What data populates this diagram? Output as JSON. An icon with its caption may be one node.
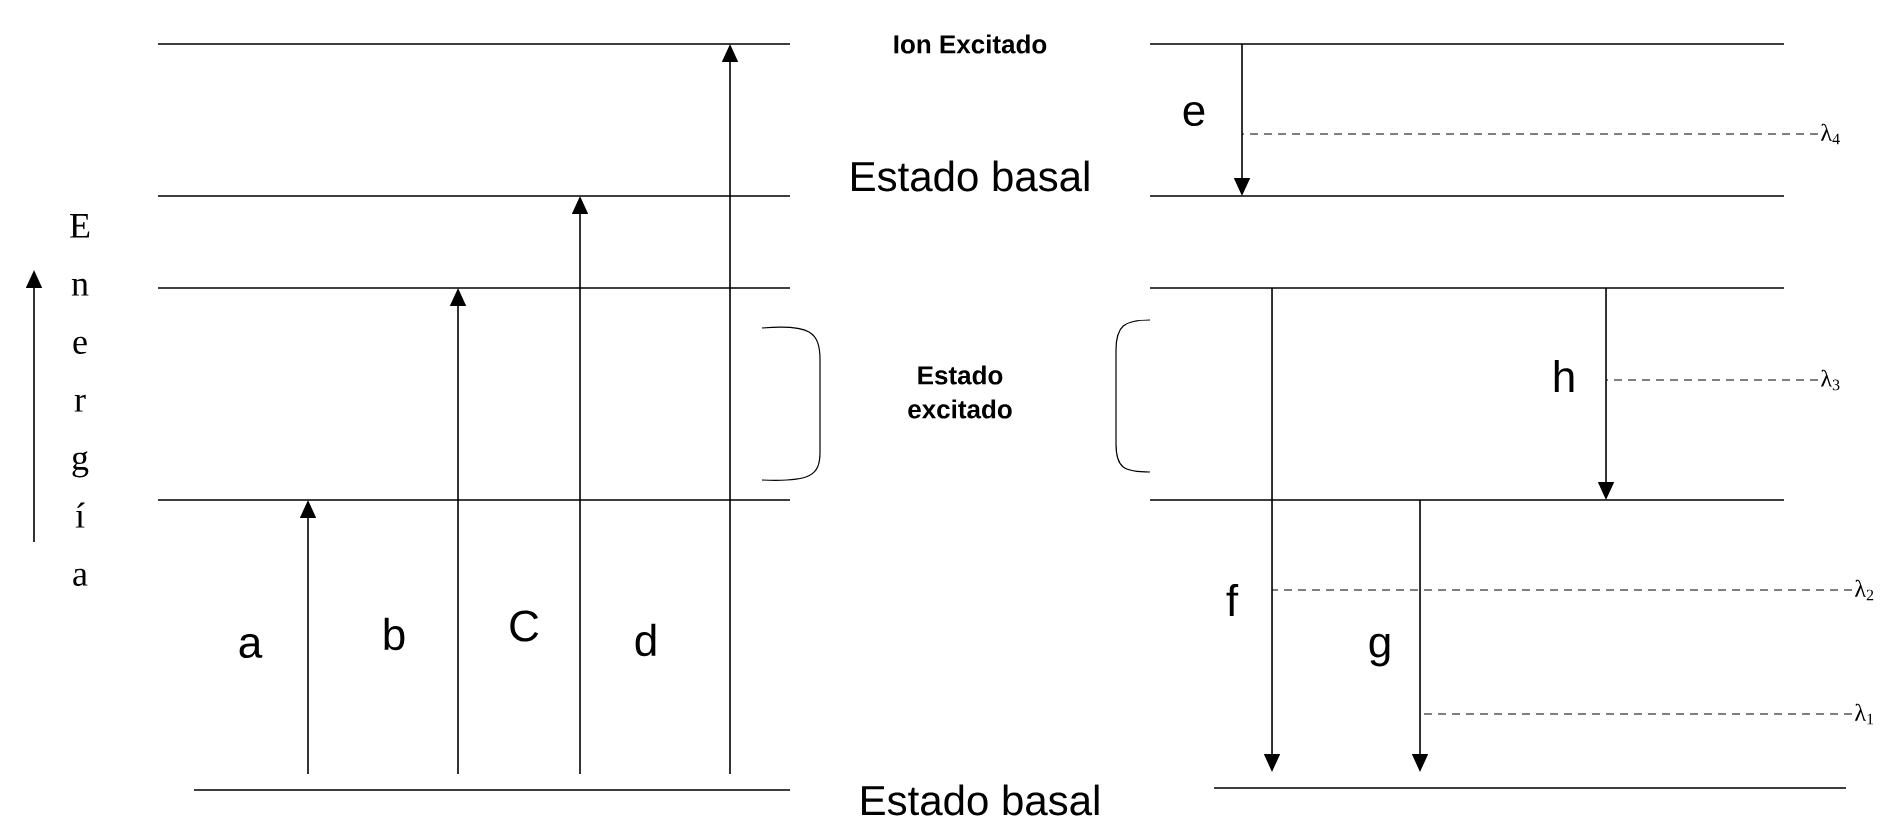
{
  "diagram": {
    "nodes": [
      {
        "text": [],
        "shape": "line"
      },
      {
        "text": [],
        "shape": "line"
      },
      {
        "text": [],
        "shape": "line"
      },
      {
        "text": [],
        "shape": "line"
      },
      {
        "text": [],
        "shape": "line"
      },
      {
        "text": [],
        "shape": "line"
      },
      {
        "text": [],
        "shape": "line"
      },
      {
        "text": [],
        "shape": "line"
      },
      {
        "text": [],
        "shape": "line"
      },
      {
        "text": [],
        "shape": "line"
      },
      {
        "text": [
          "λ$_{4}$"
        ]
      },
      {
        "text": [
          "λ$_{3}$"
        ]
      },
      {
        "text": [
          "λ$_{2}$"
        ]
      },
      {
        "text": [
          "λ$_{1}$"
        ]
      }
    ],
    "edges": [
      {
        "from": 4,
        "to": 3,
        "arrow": "to",
        "label": "a"
      },
      {
        "from": 4,
        "to": 2,
        "arrow": "to",
        "label": "b"
      },
      {
        "from": 4,
        "to": 1,
        "arrow": "to",
        "label": "C"
      },
      {
        "from": 4,
        "to": 0,
        "arrow": "to",
        "label": "d"
      },
      {
        "from": 5,
        "to": 6,
        "arrow": "to",
        "label": "e"
      },
      {
        "from": 7,
        "to": 9,
        "arrow": "to",
        "label": "f"
      },
      {
        "from": 8,
        "to": 9,
        "arrow": "to",
        "label": "g"
      },
      {
        "from": 7,
        "to": 8,
        "arrow": "to",
        "label": "h"
      },
      {
        "from": 10,
        "to": null,
        "arrow": "none",
        "style": "dashed"
      },
      {
        "from": 11,
        "to": null,
        "arrow": "none",
        "style": "dashed"
      },
      {
        "from": 12,
        "to": null,
        "arrow": "none",
        "style": "dashed"
      },
      {
        "from": 13,
        "to": null,
        "arrow": "none",
        "style": "dashed"
      }
    ],
    "labels": [
      "Ion Excitado",
      "Energía",
      "Estado basal",
      "Estado excitado",
      "Estado basal"
    ]
  }
}
